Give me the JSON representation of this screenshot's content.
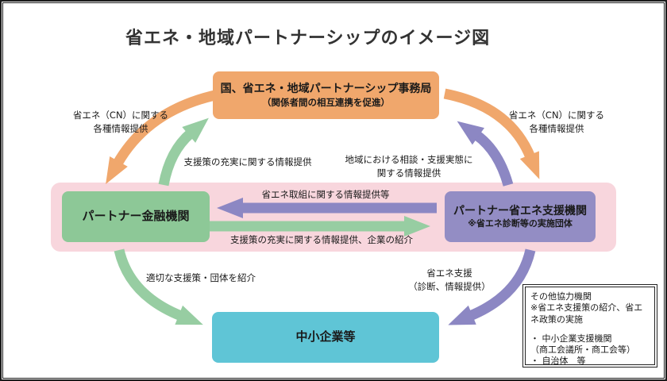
{
  "title": "省エネ・地域パートナーシップのイメージ図",
  "boxes": {
    "secretariat": {
      "title": "国、省エネ・地域パートナーシップ事務局",
      "subtitle": "（関係者間の相互連携を促進）"
    },
    "finance": {
      "title": "パートナー金融機関"
    },
    "energy_support": {
      "title": "パートナー省エネ支援機関",
      "subtitle": "※省エネ診断等の実施団体"
    },
    "sme": {
      "title": "中小企業等"
    },
    "other_org": {
      "heading": "その他協力機関",
      "note": "※省エネ支援策の紹介、省エネ政策の実施",
      "item1": "・ 中小企業支援機関",
      "item1_detail": "（商工会議所・商工会等）",
      "item2": "・ 自治体　等"
    }
  },
  "arrow_labels": {
    "hq_to_finance_info": "省エネ（CN）に関する\n各種情報提供",
    "hq_to_support_info": "省エネ（CN）に関する\n各種情報提供",
    "finance_to_hq": "支援策の充実に関する情報提供",
    "support_to_hq": "地域における相談・支援実態に\n関する情報提供",
    "support_to_finance": "省エネ取組に関する情報提供等",
    "finance_to_support": "支援策の充実に関する情報提供、企業の紹介",
    "finance_to_sme": "適切な支援策・団体を紹介",
    "support_to_sme": "省エネ支援\n（診断、情報提供）"
  },
  "colors": {
    "orange": "#F0A76C",
    "green_box": "#8DC897",
    "green_arrow": "#97CDA2",
    "purple_box": "#938DC4",
    "purple_arrow": "#8C87C3",
    "cyan_box": "#5FC5D6",
    "pink_band": "#F8D6DD",
    "text": "#1A1A1A"
  }
}
